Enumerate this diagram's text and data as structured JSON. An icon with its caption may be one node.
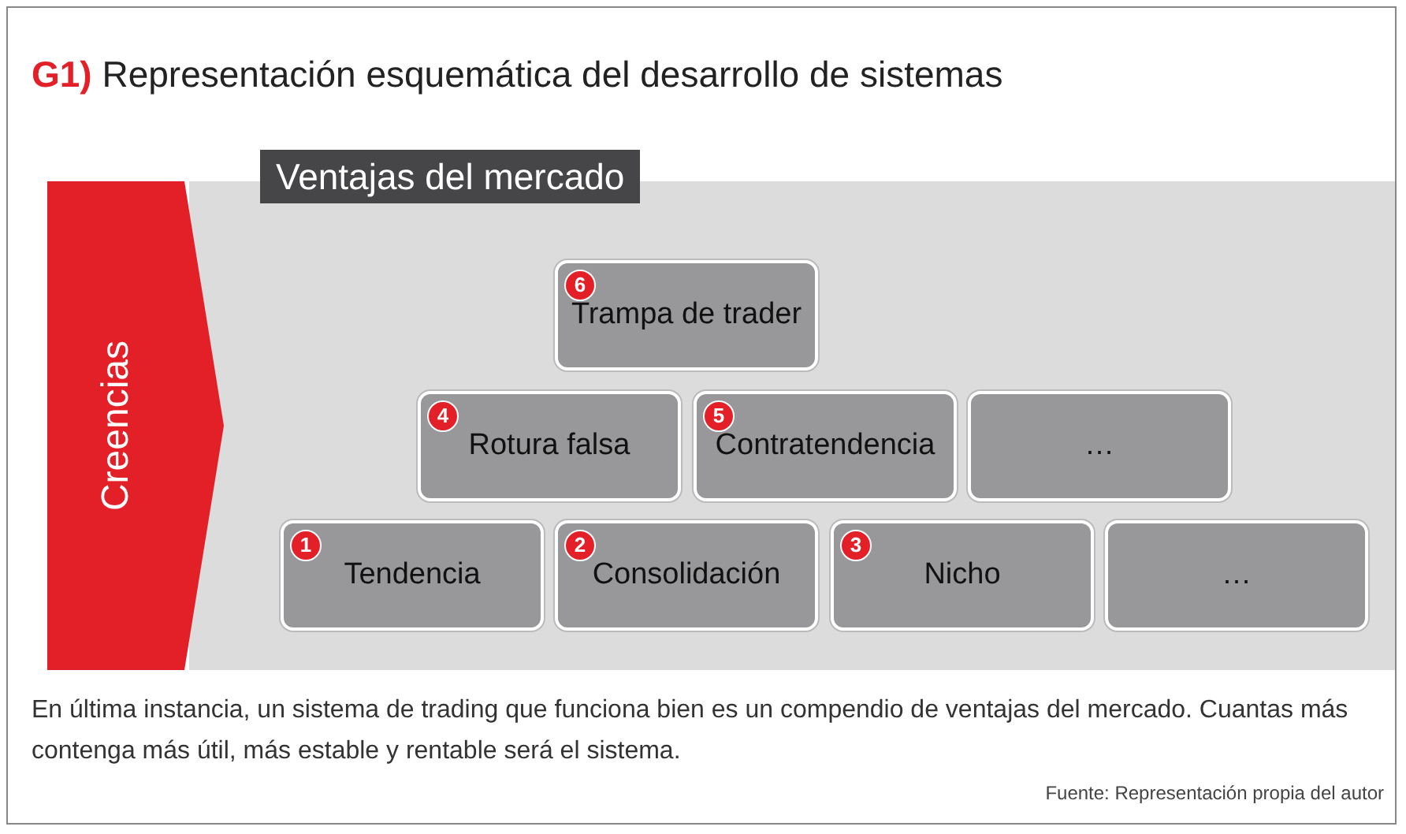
{
  "diagram": {
    "title": "**G1)** Representación esquemática del desarrollo de sistemas",
    "nodes": [
      {
        "text": [
          "Ventajas del mercado"
        ]
      },
      {
        "text": [
          "Creencias"
        ]
      },
      {
        "text": [
          "6",
          "Trampa de trader"
        ],
        "in": 0
      },
      {
        "text": [
          "4",
          "Rotura falsa"
        ],
        "in": 0
      },
      {
        "text": [
          "5",
          "Contratendencia"
        ],
        "in": 0
      },
      {
        "text": [
          "…"
        ],
        "in": 0
      },
      {
        "text": [
          "1",
          "Tendencia"
        ],
        "in": 0
      },
      {
        "text": [
          "2",
          "Consolidación"
        ],
        "in": 0
      },
      {
        "text": [
          "3",
          "Nicho"
        ],
        "in": 0
      },
      {
        "text": [
          "…"
        ],
        "in": 0
      }
    ],
    "edges": [],
    "caption": "En última instancia, un sistema de trading que funciona bien es un compendio de ventajas del mercado. Cuantas más contenga más útil, más estable y rentable será el sistema.",
    "labels": [
      "Fuente: Representación propia del autor"
    ]
  }
}
